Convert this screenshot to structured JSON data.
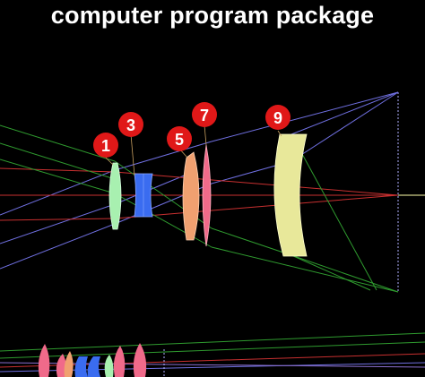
{
  "header": {
    "title": "computer program package"
  },
  "markers": [
    {
      "id": "lens-1",
      "label": "1",
      "color": "#e01818"
    },
    {
      "id": "lens-3",
      "label": "3",
      "color": "#e01818"
    },
    {
      "id": "lens-5",
      "label": "5",
      "color": "#e01818"
    },
    {
      "id": "lens-7",
      "label": "7",
      "color": "#e01818"
    },
    {
      "id": "lens-9",
      "label": "9",
      "color": "#e01818"
    }
  ],
  "colors": {
    "background": "#000000",
    "axis": "#ffffaa",
    "ray_red": "#c83030",
    "ray_green": "#2f9b2f",
    "ray_blue": "#6f6fe0",
    "ray_purple": "#8a6fd0",
    "lens_green": "#a8f0b0",
    "lens_blue": "#3a6cf0",
    "lens_orange": "#f0a070",
    "lens_pink": "#f06a8a",
    "lens_yellow": "#e8e89a"
  }
}
